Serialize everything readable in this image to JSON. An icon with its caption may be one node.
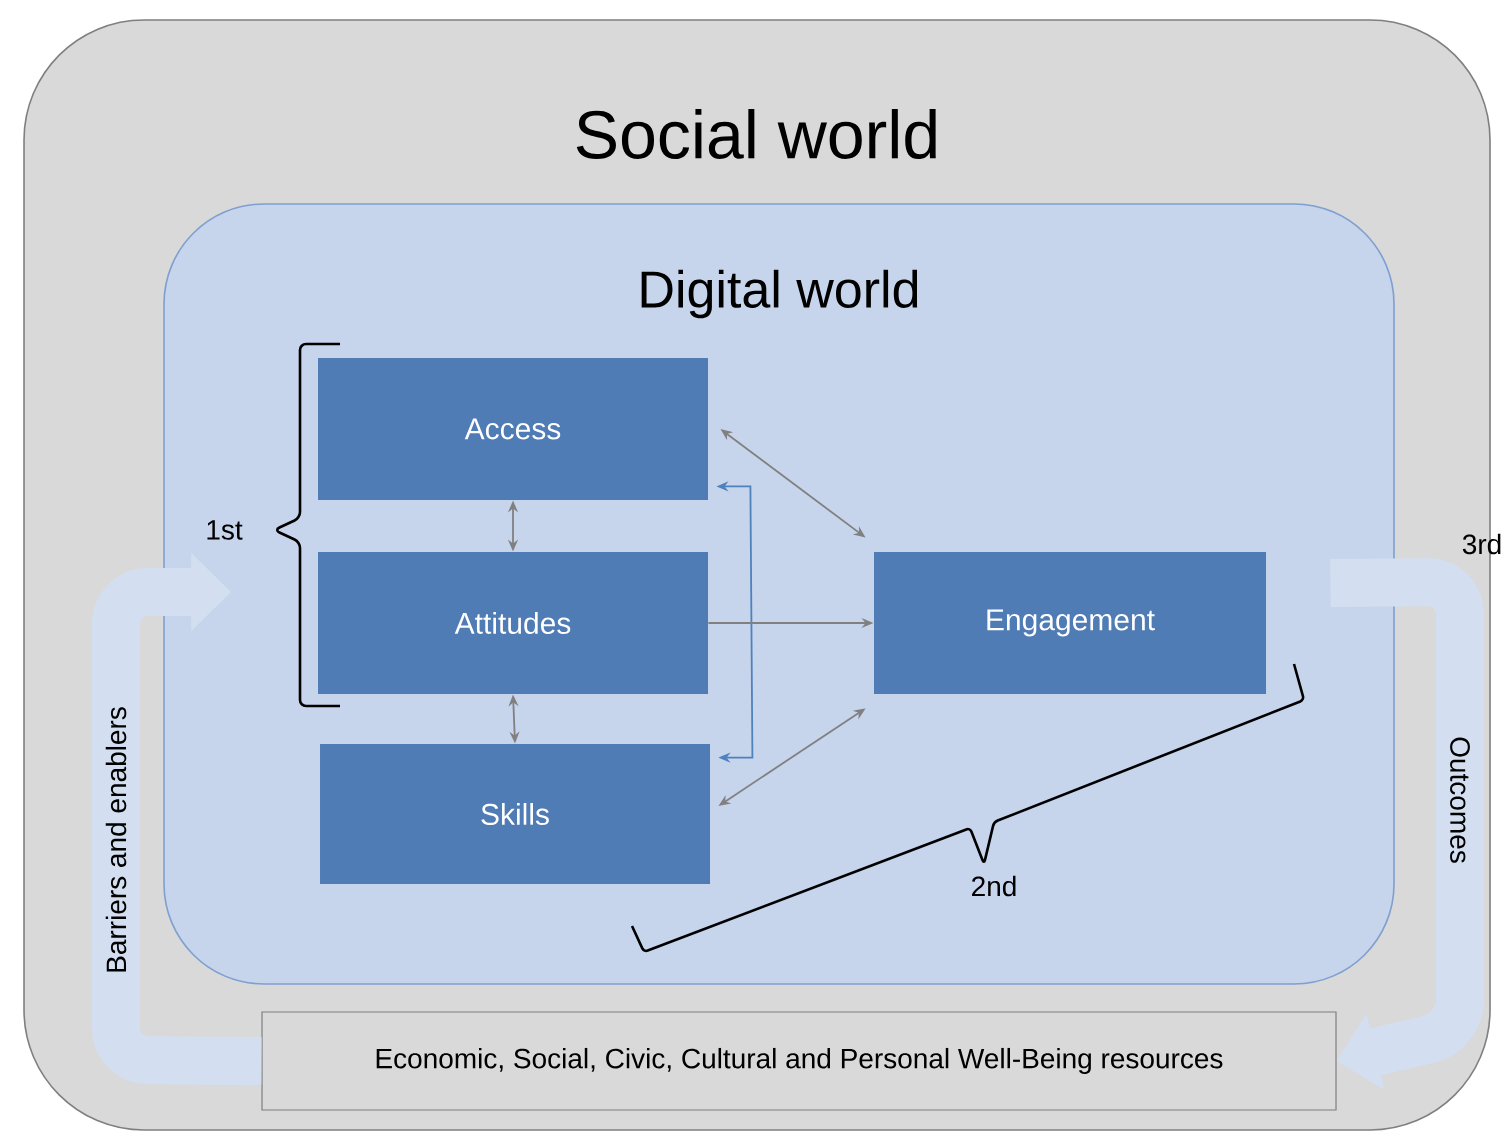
{
  "diagram": {
    "nodes": [
      {
        "text": [
          "Social world"
        ]
      },
      {
        "text": [
          "Digital world"
        ],
        "in": 0
      },
      {
        "text": [
          "Access"
        ],
        "in": 1
      },
      {
        "text": [
          "Attitudes"
        ],
        "in": 1
      },
      {
        "text": [
          "Skills"
        ],
        "in": 1
      },
      {
        "text": [
          "Engagement"
        ],
        "in": 1
      },
      {
        "text": [
          "Economic, Social, Civic, Cultural and Personal Well-Being resources"
        ],
        "in": 0
      }
    ],
    "edges": [
      {
        "from": 2,
        "to": 3,
        "arrow": "both"
      },
      {
        "from": 3,
        "to": 4,
        "arrow": "both"
      },
      {
        "from": 2,
        "to": 4,
        "arrow": "both",
        "color": "#4f81bd"
      },
      {
        "from": 2,
        "to": 5,
        "arrow": "both"
      },
      {
        "from": 3,
        "to": 5,
        "arrow": "to"
      },
      {
        "from": 4,
        "to": 5,
        "arrow": "both"
      },
      {
        "from": 5,
        "to": 6,
        "arrow": "to",
        "label": "Outcomes",
        "style": "thick",
        "color": "#d3dff1"
      },
      {
        "from": 6,
        "to": 1,
        "arrow": "to",
        "label": "Barriers and enablers",
        "style": "thick",
        "color": "#d3dff1"
      }
    ],
    "labels": [
      "1st",
      "3rd",
      "2nd"
    ]
  }
}
